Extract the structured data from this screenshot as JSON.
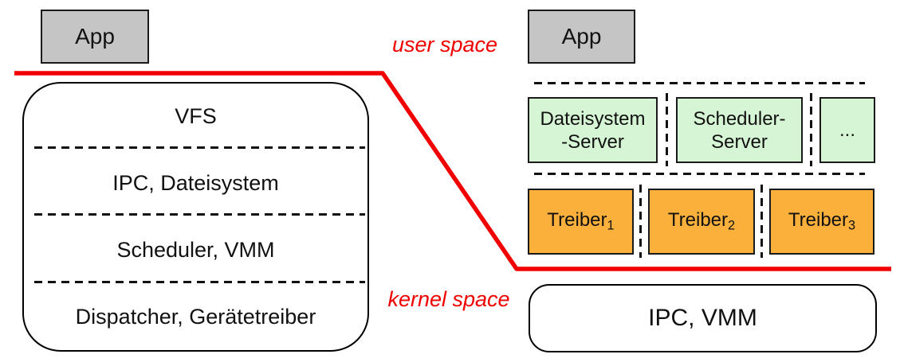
{
  "colors": {
    "red_line": "#f00000",
    "app_fill": "#c5c5c5",
    "server_fill": "#d6f5d4",
    "driver_fill": "#fbb03c"
  },
  "divider": {
    "user_label": "user space",
    "kernel_label": "kernel space"
  },
  "left": {
    "app_label": "App",
    "layers": [
      "VFS",
      "IPC, Dateisystem",
      "Scheduler, VMM",
      "Dispatcher, Gerätetreiber"
    ]
  },
  "right": {
    "app_label": "App",
    "servers": [
      {
        "line1": "Dateisystem",
        "line2": "-Server"
      },
      {
        "line1": "Scheduler-",
        "line2": "Server"
      },
      {
        "line1": "...",
        "line2": ""
      }
    ],
    "drivers": [
      {
        "base": "Treiber",
        "sub": "1"
      },
      {
        "base": "Treiber",
        "sub": "2"
      },
      {
        "base": "Treiber",
        "sub": "3"
      }
    ],
    "kernel_box_label": "IPC, VMM"
  }
}
